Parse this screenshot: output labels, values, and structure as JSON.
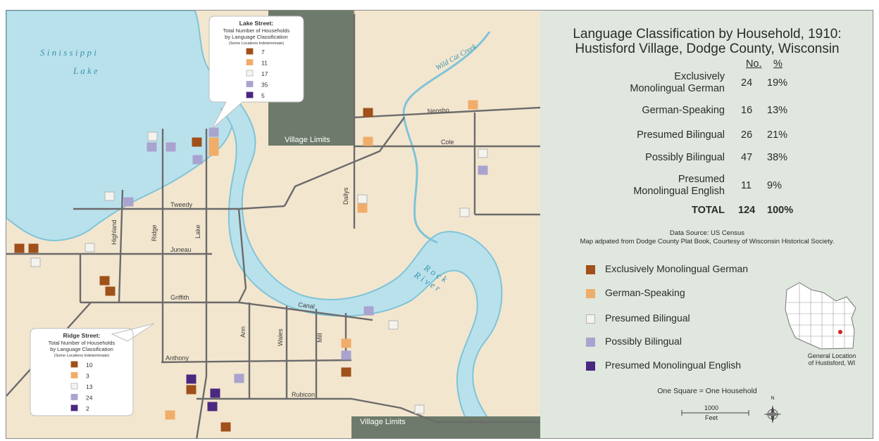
{
  "title_line1": "Language Classification by Household, 1910:",
  "title_line2": "Hustisford Village, Dodge County, Wisconsin",
  "table": {
    "col_no": "No.",
    "col_pct": "%",
    "rows": [
      {
        "label_line1": "Exclusively",
        "label_line2": "Monolingual German",
        "no": "24",
        "pct": "19%"
      },
      {
        "label_line1": "German-Speaking",
        "label_line2": "",
        "no": "16",
        "pct": "13%"
      },
      {
        "label_line1": "Presumed Bilingual",
        "label_line2": "",
        "no": "26",
        "pct": "21%"
      },
      {
        "label_line1": "Possibly Bilingual",
        "label_line2": "",
        "no": "47",
        "pct": "38%"
      },
      {
        "label_line1": "Presumed",
        "label_line2": "Monolingual English",
        "no": "11",
        "pct": "9%"
      }
    ],
    "total_label": "TOTAL",
    "total_no": "124",
    "total_pct": "100%"
  },
  "data_source": "Data Source: US Census",
  "map_credit": "Map adpated from Dodge County Plat Book, Courtesy of Wisconsin Historical Society.",
  "legend": [
    {
      "label": "Exclusively Monolingual German",
      "color": "#a0501a"
    },
    {
      "label": "German-Speaking",
      "color": "#f0ad6a"
    },
    {
      "label": "Presumed Bilingual",
      "color": "#f5f3ee"
    },
    {
      "label": "Possibly Bilingual",
      "color": "#a9a3cf"
    },
    {
      "label": "Presumed Monolingual English",
      "color": "#4a2880"
    }
  ],
  "inset_label_line1": "General Location",
  "inset_label_line2": "of Hustisford, WI",
  "scale_note": "One Square = One Household",
  "scale_value": "1000",
  "scale_unit": "Feet",
  "north_label": "N",
  "map_labels": {
    "lake_line1": "S i n i s s i p p i",
    "lake_line2": "L a k e",
    "river_line1": "R o c k",
    "river_line2": "R i v e r",
    "creek": "Wild Cat Creek",
    "village_limits_top": "Village Limits",
    "village_limits_bottom": "Village Limits",
    "streets": {
      "tweedy": "Tweedy",
      "juneau": "Juneau",
      "griffith": "Griffith",
      "anthony": "Anthony",
      "rubicon": "Rubicon",
      "canal": "Canal",
      "neosho": "Neosho",
      "cole": "Cole",
      "highland": "Highland",
      "ridge": "Ridge",
      "lake": "Lake",
      "dallys": "Dallys",
      "ann": "Ann",
      "wales": "Wales",
      "mill": "Mill"
    }
  },
  "lake_street_box": {
    "title": "Lake Street:",
    "subtitle_line1": "Total Number of Households",
    "subtitle_line2": "by Language Classification",
    "note": "(Some Locations Indeterminate)",
    "counts": [
      "7",
      "11",
      "17",
      "35",
      "5"
    ]
  },
  "ridge_street_box": {
    "title": "Ridge Street:",
    "subtitle_line1": "Total Number of Households",
    "subtitle_line2": "by Language Classification",
    "note": "(Some Locations Indeterminate)",
    "counts": [
      "10",
      "3",
      "13",
      "24",
      "2"
    ]
  },
  "colors": {
    "land": "#f3e6cf",
    "water": "#b9e1ec",
    "water_edge": "#7fc4d8",
    "village_limits": "#6e7a6b",
    "road": "#6b6b6b",
    "panel": "#dfe7de"
  },
  "households": [
    {
      "cls": 0
    },
    {
      "cls": 0
    },
    {
      "cls": 0
    },
    {
      "cls": 0
    },
    {
      "cls": 0
    },
    {
      "cls": 0
    },
    {
      "cls": 0
    },
    {
      "cls": 0
    },
    {
      "cls": 0
    },
    {
      "cls": 1
    },
    {
      "cls": 1
    },
    {
      "cls": 1
    },
    {
      "cls": 1
    },
    {
      "cls": 1
    },
    {
      "cls": 1
    },
    {
      "cls": 1
    },
    {
      "cls": 2
    },
    {
      "cls": 2
    },
    {
      "cls": 2
    },
    {
      "cls": 2
    },
    {
      "cls": 2
    },
    {
      "cls": 2
    },
    {
      "cls": 2
    },
    {
      "cls": 2
    },
    {
      "cls": 2
    },
    {
      "cls": 3
    },
    {
      "cls": 3
    },
    {
      "cls": 3
    },
    {
      "cls": 3
    },
    {
      "cls": 3
    },
    {
      "cls": 3
    },
    {
      "cls": 3
    },
    {
      "cls": 3
    },
    {
      "cls": 3
    },
    {
      "cls": 4
    },
    {
      "cls": 4
    },
    {
      "cls": 4
    }
  ]
}
